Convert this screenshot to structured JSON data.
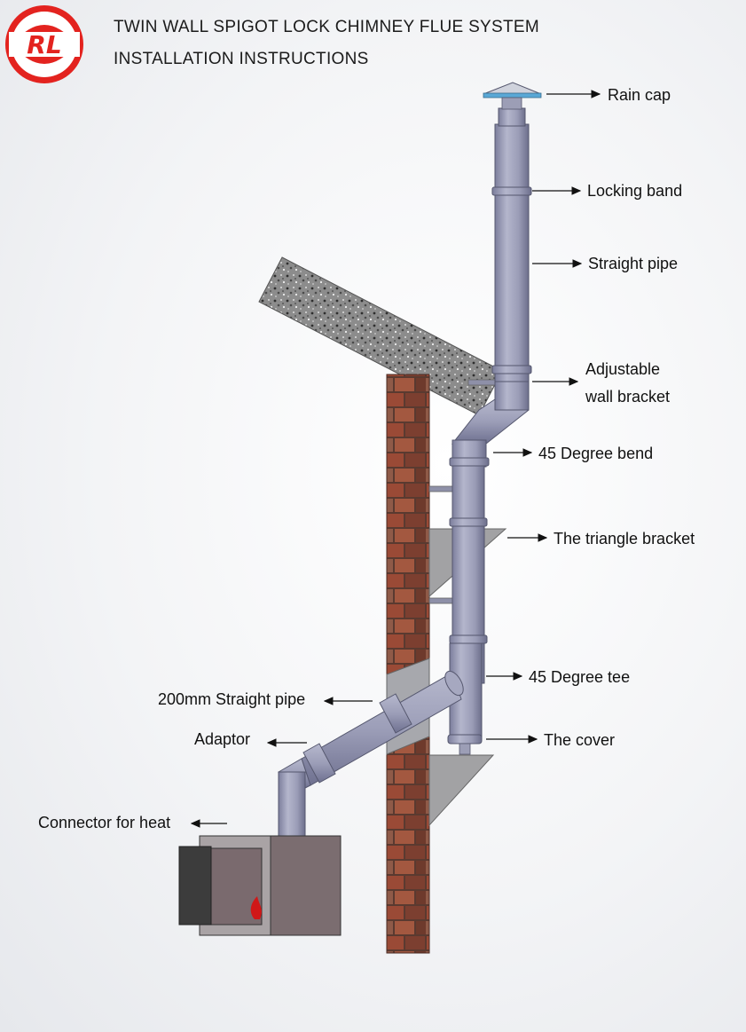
{
  "logo": {
    "text": "RL",
    "color": "#e3231f"
  },
  "title": {
    "line1": "TWIN WALL SPIGOT LOCK CHIMNEY FLUE SYSTEM",
    "line2": "INSTALLATION INSTRUCTIONS"
  },
  "labels": {
    "rain_cap": "Rain cap",
    "locking_band": "Locking band",
    "straight_pipe": "Straight pipe",
    "adjustable_wall_bracket_1": "Adjustable",
    "adjustable_wall_bracket_2": "wall bracket",
    "degree_bend": "45 Degree bend",
    "triangle_bracket": "The triangle bracket",
    "degree_tee": "45 Degree tee",
    "cover": "The cover",
    "straight_pipe_200": "200mm Straight pipe",
    "adaptor": "Adaptor",
    "connector": "Connector for heat"
  },
  "colors": {
    "pipe": "#9a9cb6",
    "pipe_dark": "#6f7190",
    "brick": "#8a4636",
    "bracket": "#9a9a9c",
    "stove": "#7d6f72",
    "stove_door": "#3a3a3a",
    "flame": "#d01818",
    "roof": "#8b8b8b"
  }
}
